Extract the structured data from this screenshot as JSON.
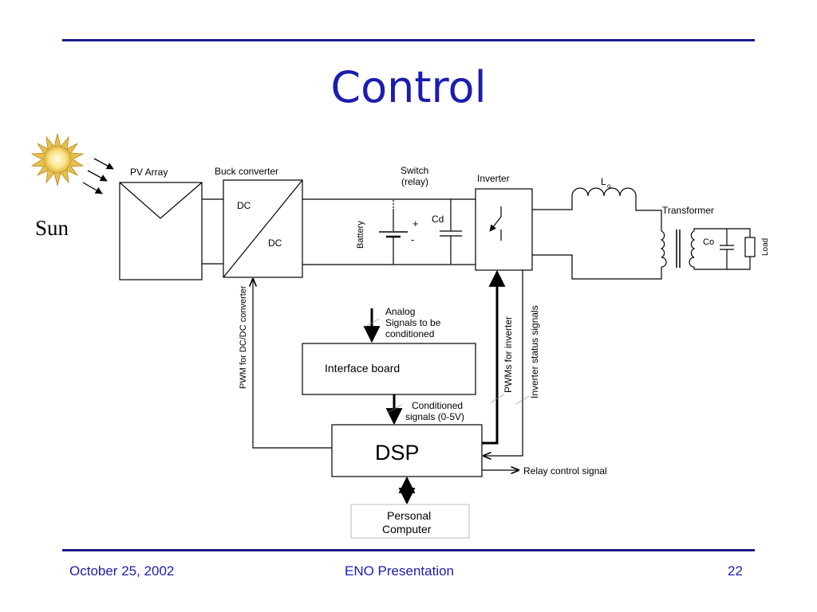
{
  "slide": {
    "title": "Control",
    "footer": {
      "date": "October 25, 2002",
      "center": "ENO Presentation",
      "page": "22"
    }
  },
  "diagram": {
    "sun_label": "Sun",
    "pv_array": "PV Array",
    "buck_converter": "Buck converter",
    "dc_top": "DC",
    "dc_bottom": "DC",
    "switch": [
      "Switch",
      "(relay)"
    ],
    "battery": "Battery",
    "plus": "+",
    "minus": "-",
    "cd": "Cd",
    "inverter": "Inverter",
    "lo_main": "L",
    "lo_sub": "o",
    "transformer": "Transformer",
    "co": "Co",
    "load": "Load",
    "analog": [
      "Analog",
      "Signals to be",
      "conditioned"
    ],
    "interface_board": "Interface board",
    "conditioned": [
      "Conditioned",
      "signals (0-5V)"
    ],
    "dsp": "DSP",
    "pwm_dcdc": "PWM for DC/DC converter",
    "pwms_inverter": "PWMs for inverter",
    "inverter_status": "Inverter status signals",
    "relay_control": "Relay control signal",
    "pc": [
      "Personal",
      "Computer"
    ]
  }
}
